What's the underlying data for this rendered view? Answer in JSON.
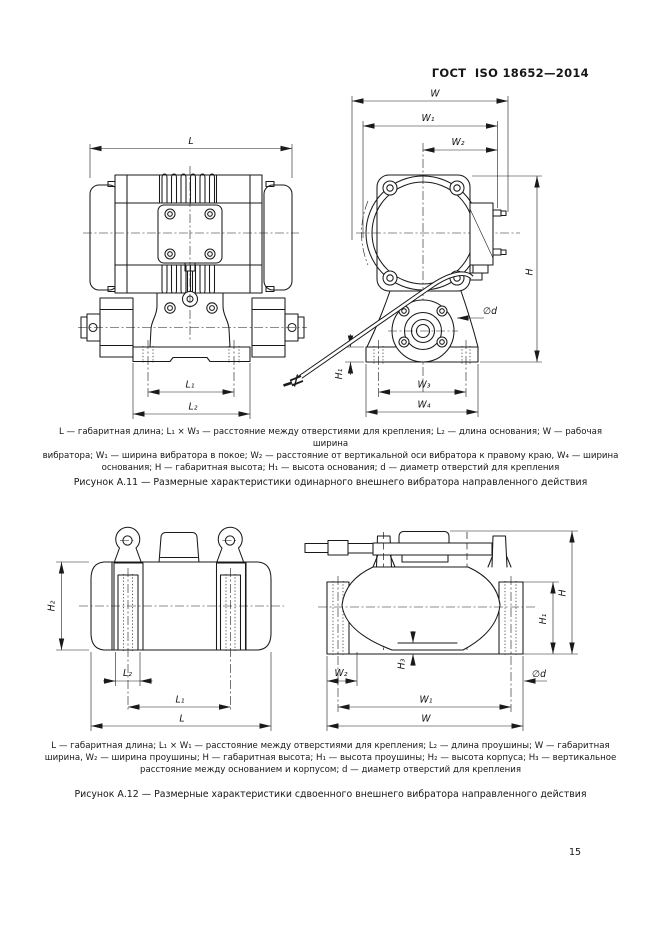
{
  "header": {
    "standard": "ГОСТ  ISO 18652—2014"
  },
  "page": {
    "number": "15"
  },
  "figure_a11": {
    "label": "Рисунок  А.11 — Размерные характеристики одинарного внешнего вибратора направленного действия",
    "caption_lines": [
      "L — габаритная длина; L₁ × W₃ — расстояние между отверстиями для крепления; L₂ — длина основания; W — рабочая ширина",
      "вибратора; W₁ — ширина вибратора в покое; W₂ — расстояние от вертикальной оси вибратора к правому краю, W₄ — ширина",
      "основания; H — габаритная высота; H₁ — высота основания; d — диаметр отверстий для крепления"
    ],
    "dims": {
      "L": "L",
      "L1": "L₁",
      "L2": "L₂",
      "W": "W",
      "W1": "W₁",
      "W2": "W₂",
      "W3": "W₃",
      "W4": "W₄",
      "H": "H",
      "H1": "H₁",
      "d": "∅d"
    }
  },
  "figure_a12": {
    "label": "Рисунок  А.12 — Размерные характеристики сдвоенного внешнего вибратора направленного действия",
    "caption_lines": [
      "L — габаритная длина; L₁ × W₁ — расстояние между отверстиями для крепления; L₂ — длина проушины; W — габаритная",
      "ширина, W₂ — ширина проушины; H — габаритная высота; H₁ — высота проушины; H₂ — высота корпуса; H₃ — вертикальное",
      "расстояние между основанием и корпусом; d — диаметр отверстий для крепления"
    ],
    "dims": {
      "L": "L",
      "L1": "L₁",
      "L2": "L₂",
      "W": "W",
      "W1": "W₁",
      "W2": "W₂",
      "H": "H",
      "H1": "H₁",
      "H2": "H₂",
      "H3": "H₃",
      "d": "∅d"
    }
  }
}
